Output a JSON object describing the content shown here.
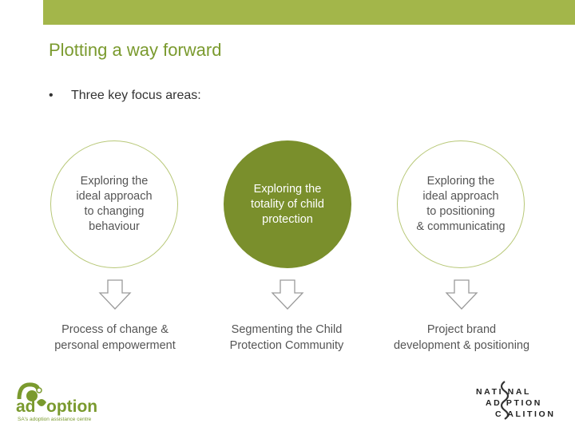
{
  "colors": {
    "accent": "#a3b64a",
    "title": "#7a9a2e",
    "filled_circle": "#7a8f2c",
    "outline": "#b8c878"
  },
  "slide": {
    "title": "Plotting a way forward",
    "bullet_symbol": "•",
    "bullet_text": "Three key focus areas:"
  },
  "focus_areas": [
    {
      "circle_text": "Exploring the\nideal approach\nto changing\nbehaviour",
      "style": "outline",
      "outcome": "Process of change &\npersonal empowerment"
    },
    {
      "circle_text": "Exploring the\ntotality of child\nprotection",
      "style": "filled",
      "outcome": "Segmenting the Child\nProtection Community"
    },
    {
      "circle_text": "Exploring the\nideal approach\nto positioning\n& communicating",
      "style": "outline",
      "outcome": "Project brand\ndevelopment & positioning"
    }
  ],
  "logos": {
    "left_name": "addoption",
    "left_tagline": "SA's adoption assistance centre",
    "right_lines": [
      "NATIONAL",
      "ADOPTION",
      "COALITION"
    ]
  }
}
